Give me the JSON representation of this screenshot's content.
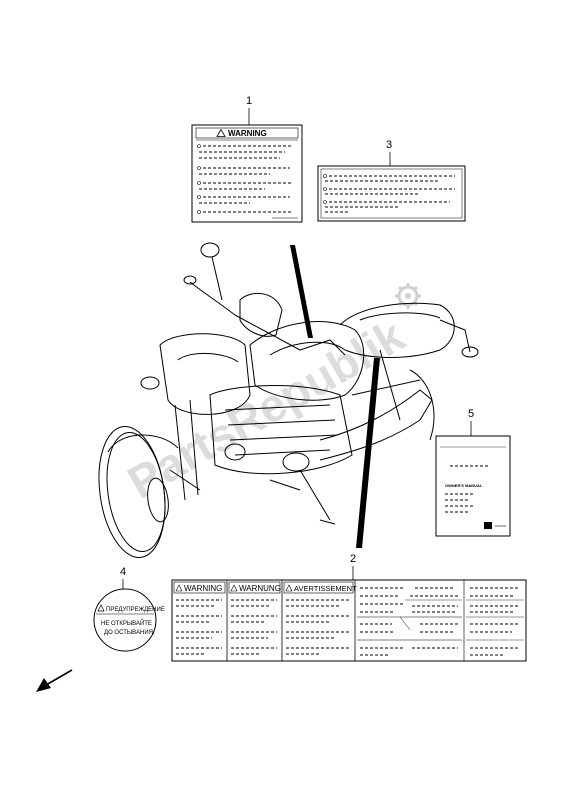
{
  "watermark": "PartsRepublik",
  "callouts": [
    {
      "id": "1",
      "label": "1"
    },
    {
      "id": "2",
      "label": "2"
    },
    {
      "id": "3",
      "label": "3"
    },
    {
      "id": "4",
      "label": "4"
    },
    {
      "id": "5",
      "label": "5"
    }
  ],
  "label1": {
    "header": "WARNING"
  },
  "label2": {
    "headers": [
      "WARNING",
      "WARNUNG",
      "AVERTISSEMENT"
    ]
  },
  "label4": {
    "header": "ПРЕДУПРЕЖДЕНИЕ",
    "lines": [
      "НЕ ОТКРЫВАЙТЕ",
      "ДО ОСТЫВАНИЯ."
    ]
  },
  "label5": {
    "title": "OWNER'S MANUAL"
  },
  "icons": [
    "front-direction-arrow-icon",
    "gear-icon"
  ]
}
